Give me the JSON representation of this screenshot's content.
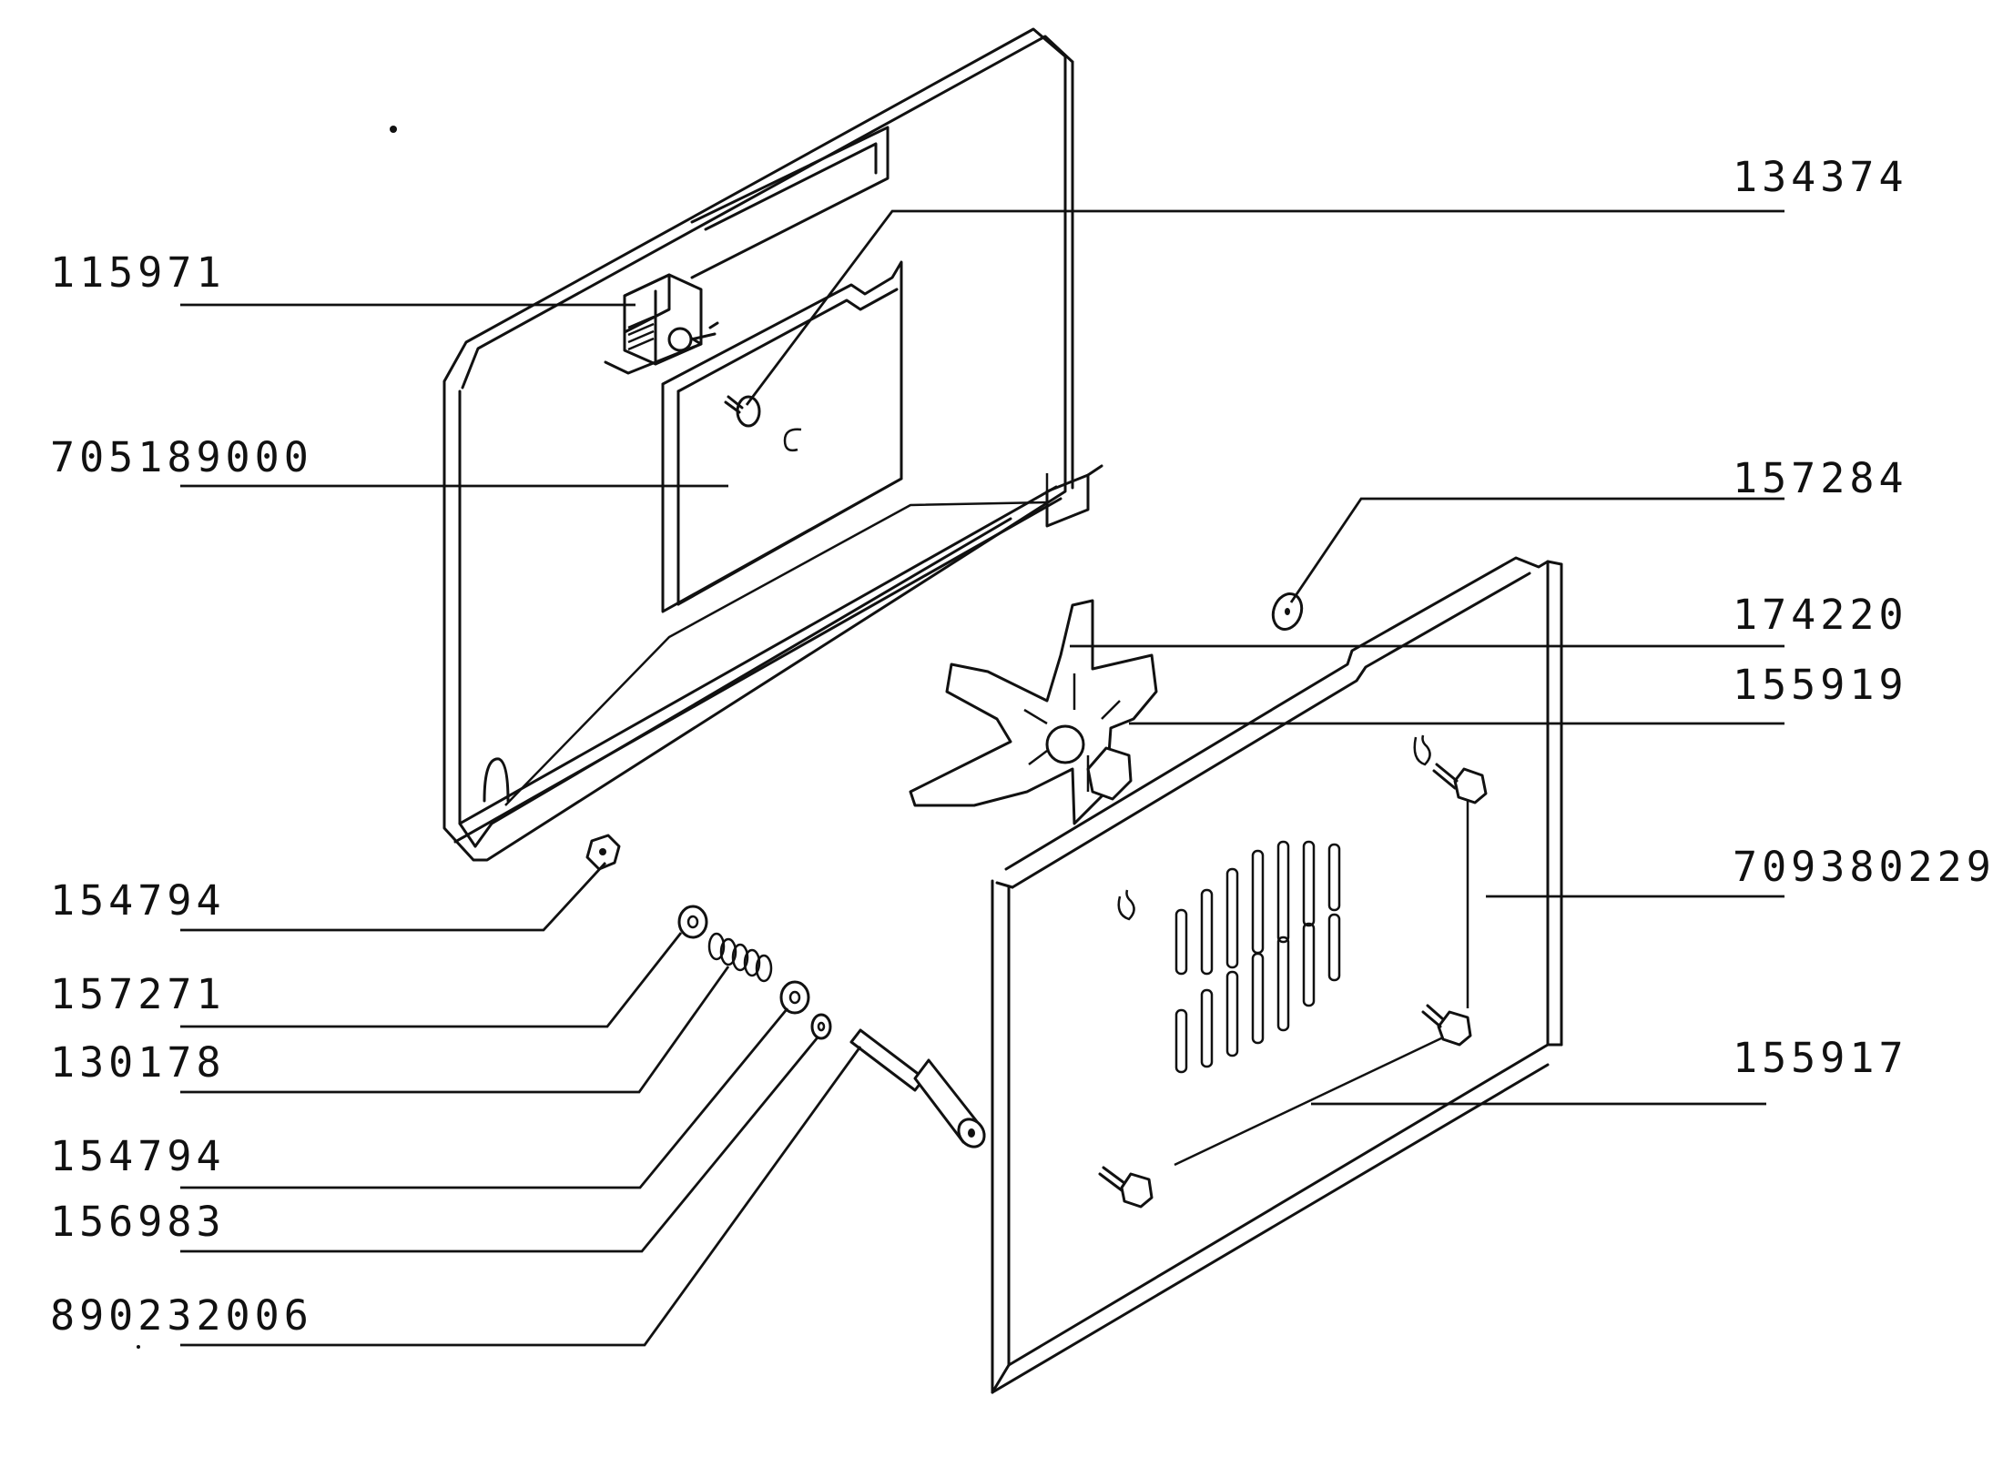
{
  "diagram": {
    "labels_left": [
      {
        "id": "115971",
        "text": "115971"
      },
      {
        "id": "705189000",
        "text": "705189000"
      },
      {
        "id": "154794a",
        "text": "154794"
      },
      {
        "id": "157271",
        "text": "157271"
      },
      {
        "id": "130178",
        "text": "130178"
      },
      {
        "id": "154794b",
        "text": "154794"
      },
      {
        "id": "156983",
        "text": "156983"
      },
      {
        "id": "890232006",
        "text": "890232006"
      }
    ],
    "labels_right": [
      {
        "id": "134374",
        "text": "134374"
      },
      {
        "id": "157284",
        "text": "157284"
      },
      {
        "id": "174220",
        "text": "174220"
      },
      {
        "id": "155919",
        "text": "155919"
      },
      {
        "id": "709380229",
        "text": "709380229"
      },
      {
        "id": "155917",
        "text": "155917"
      }
    ]
  }
}
